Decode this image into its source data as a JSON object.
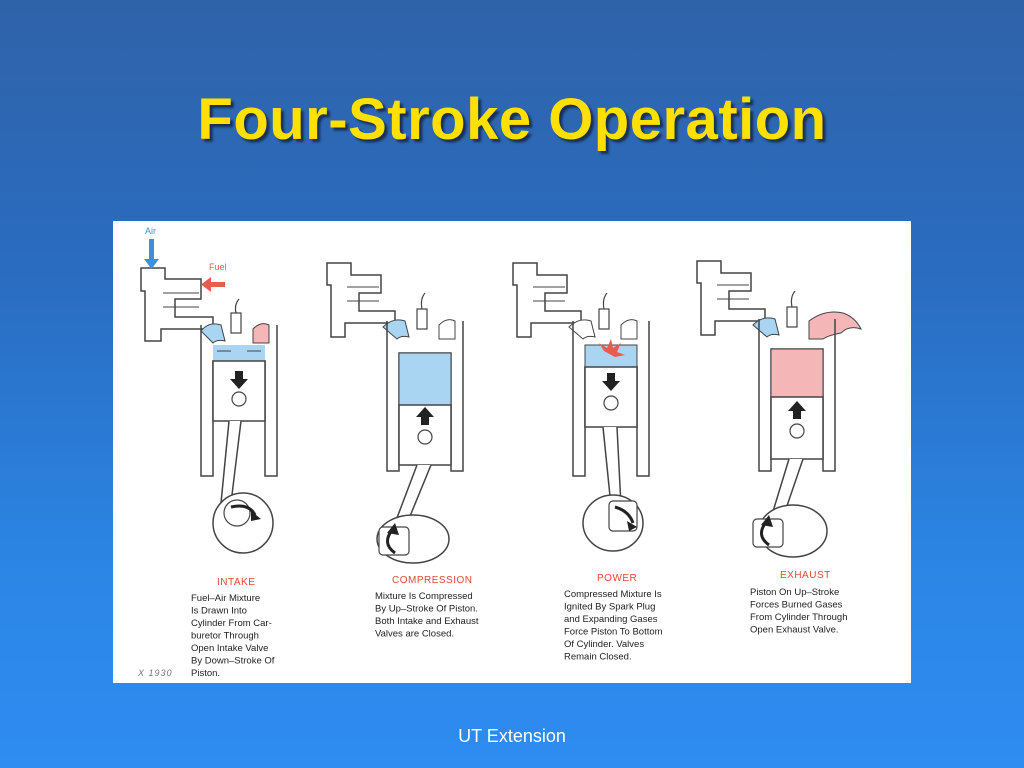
{
  "slide": {
    "title": "Four-Stroke Operation",
    "footer": "UT Extension"
  },
  "diagram": {
    "air_label": "Air",
    "fuel_label": "Fuel",
    "figure_code": "X 1930",
    "colors": {
      "air": "#3f8fe0",
      "fuel": "#e85b50",
      "mixture": "#a9d4f2",
      "exhaust": "#f4b6b6"
    },
    "strokes": [
      {
        "name": "INTAKE",
        "description": [
          "Fuel–Air Mixture",
          "Is Drawn Into",
          "Cylinder From Car-",
          "buretor Through",
          "Open Intake Valve",
          "By Down–Stroke Of",
          "Piston."
        ]
      },
      {
        "name": "COMPRESSION",
        "description": [
          "Mixture Is Compressed",
          "By Up–Stroke Of Piston.",
          "Both Intake and Exhaust",
          "Valves are Closed."
        ]
      },
      {
        "name": "POWER",
        "description": [
          "Compressed Mixture Is",
          "Ignited By Spark Plug",
          "and Expanding Gases",
          "Force Piston To Bottom",
          "Of Cylinder.  Valves",
          "Remain Closed."
        ]
      },
      {
        "name": "EXHAUST",
        "description": [
          "Piston On Up–Stroke",
          "Forces Burned Gases",
          "From Cylinder Through",
          "Open Exhaust Valve."
        ]
      }
    ]
  }
}
